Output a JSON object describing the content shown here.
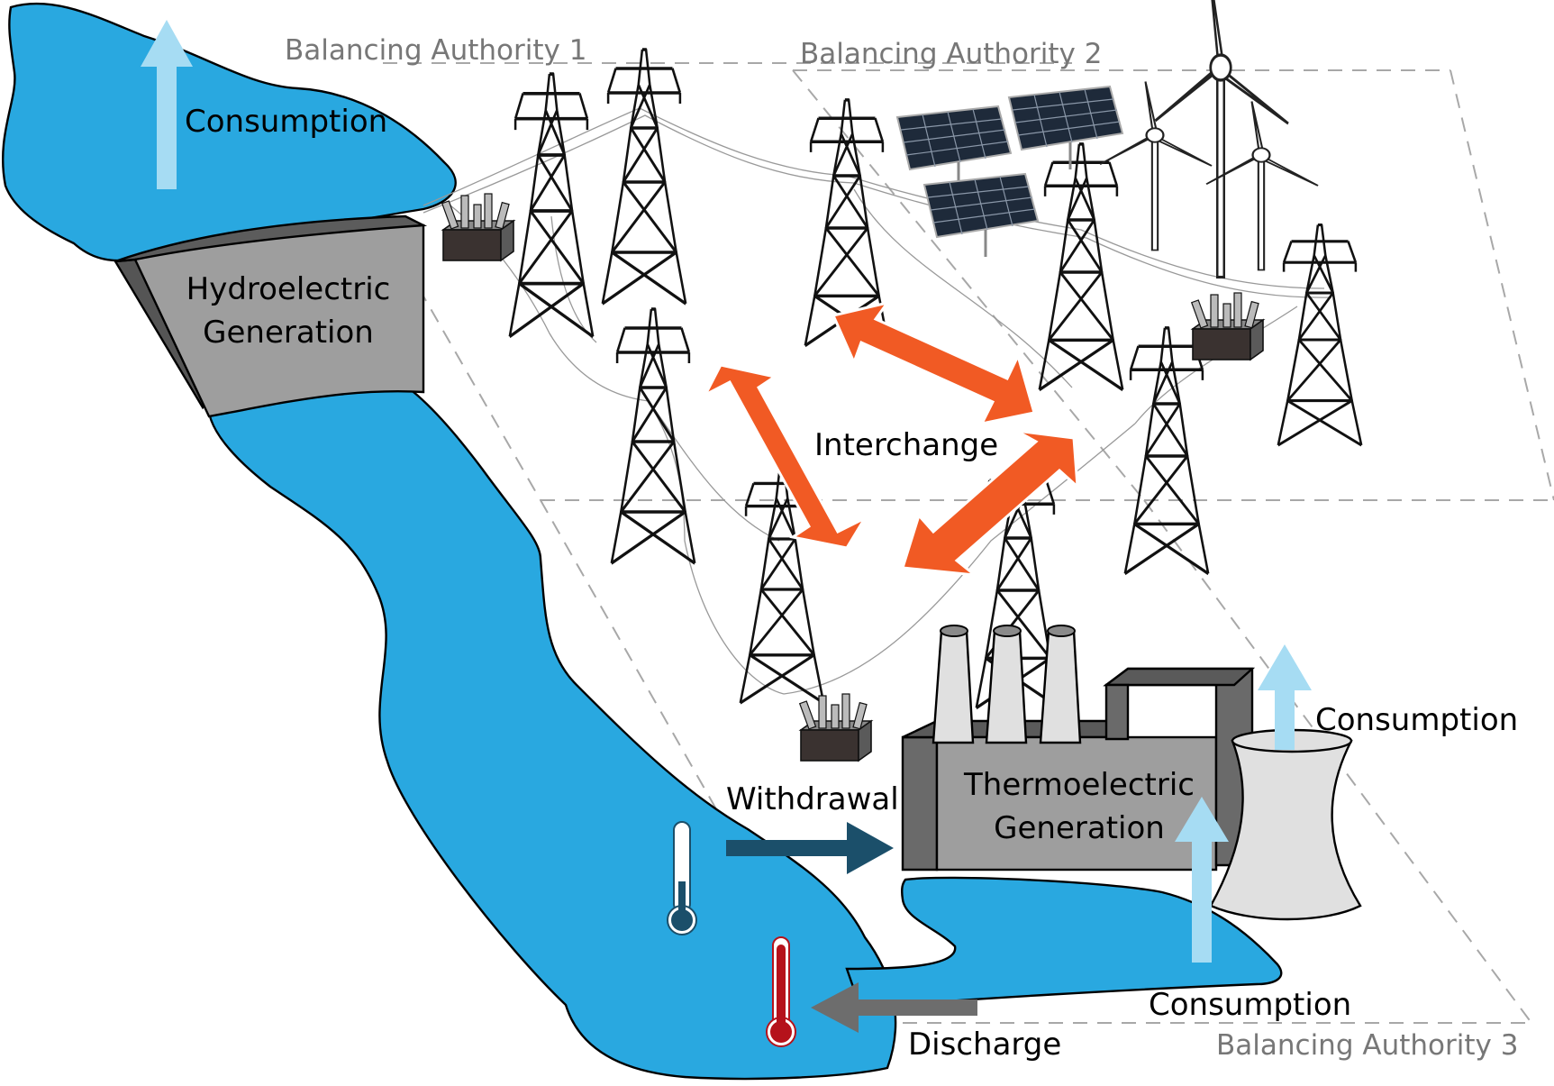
{
  "balancing_authorities": {
    "ba1": "Balancing Authority 1",
    "ba2": "Balancing Authority 2",
    "ba3": "Balancing Authority 3"
  },
  "labels": {
    "consumption_reservoir": "Consumption",
    "hydro_line1": "Hydroelectric",
    "hydro_line2": "Generation",
    "interchange": "Interchange",
    "thermo_line1": "Thermoelectric",
    "thermo_line2": "Generation",
    "consumption_cooling_tower": "Consumption",
    "consumption_pond": "Consumption",
    "withdrawal": "Withdrawal",
    "discharge": "Discharge"
  },
  "colors": {
    "water": "#29a8e0",
    "consumption_arrow": "#a6dcf3",
    "interchange_arrow": "#f15a24",
    "withdrawal_arrow": "#1b4f6a",
    "discharge_arrow": "#6d6d6d",
    "thermometer_cool": "#1b4f6a",
    "thermometer_hot": "#b5121b",
    "building": "#9e9e9e"
  },
  "icons": {
    "towers": "transmission-tower-icon",
    "substations": "substation-icon",
    "solar": "solar-panel-icon",
    "wind": "wind-turbine-icon",
    "thermometer": "thermometer-icon"
  }
}
